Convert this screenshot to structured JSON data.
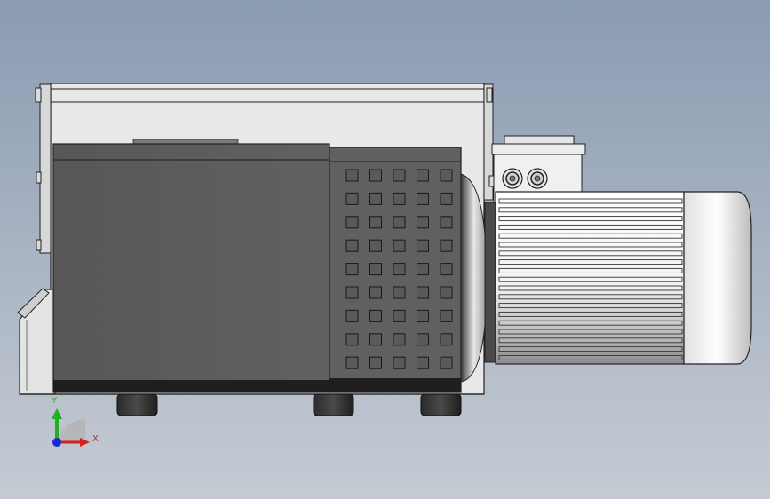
{
  "viewport": {
    "background_top": "#8a9bb1",
    "background_bottom": "#c6cbd3"
  },
  "triad": {
    "x_label": "X",
    "y_label": "Y",
    "x_color": "#d42020",
    "y_color": "#20b020",
    "z_color": "#1a2ad0"
  },
  "model": {
    "body_color": "#5e5e5e",
    "frame_color": "#e6e6e6",
    "motor_color": "#f0f0f0",
    "vent_grid": {
      "rows": 9,
      "cols": 5
    },
    "fin_count": 19,
    "foot_count": 3,
    "cable_gland_count": 2
  }
}
